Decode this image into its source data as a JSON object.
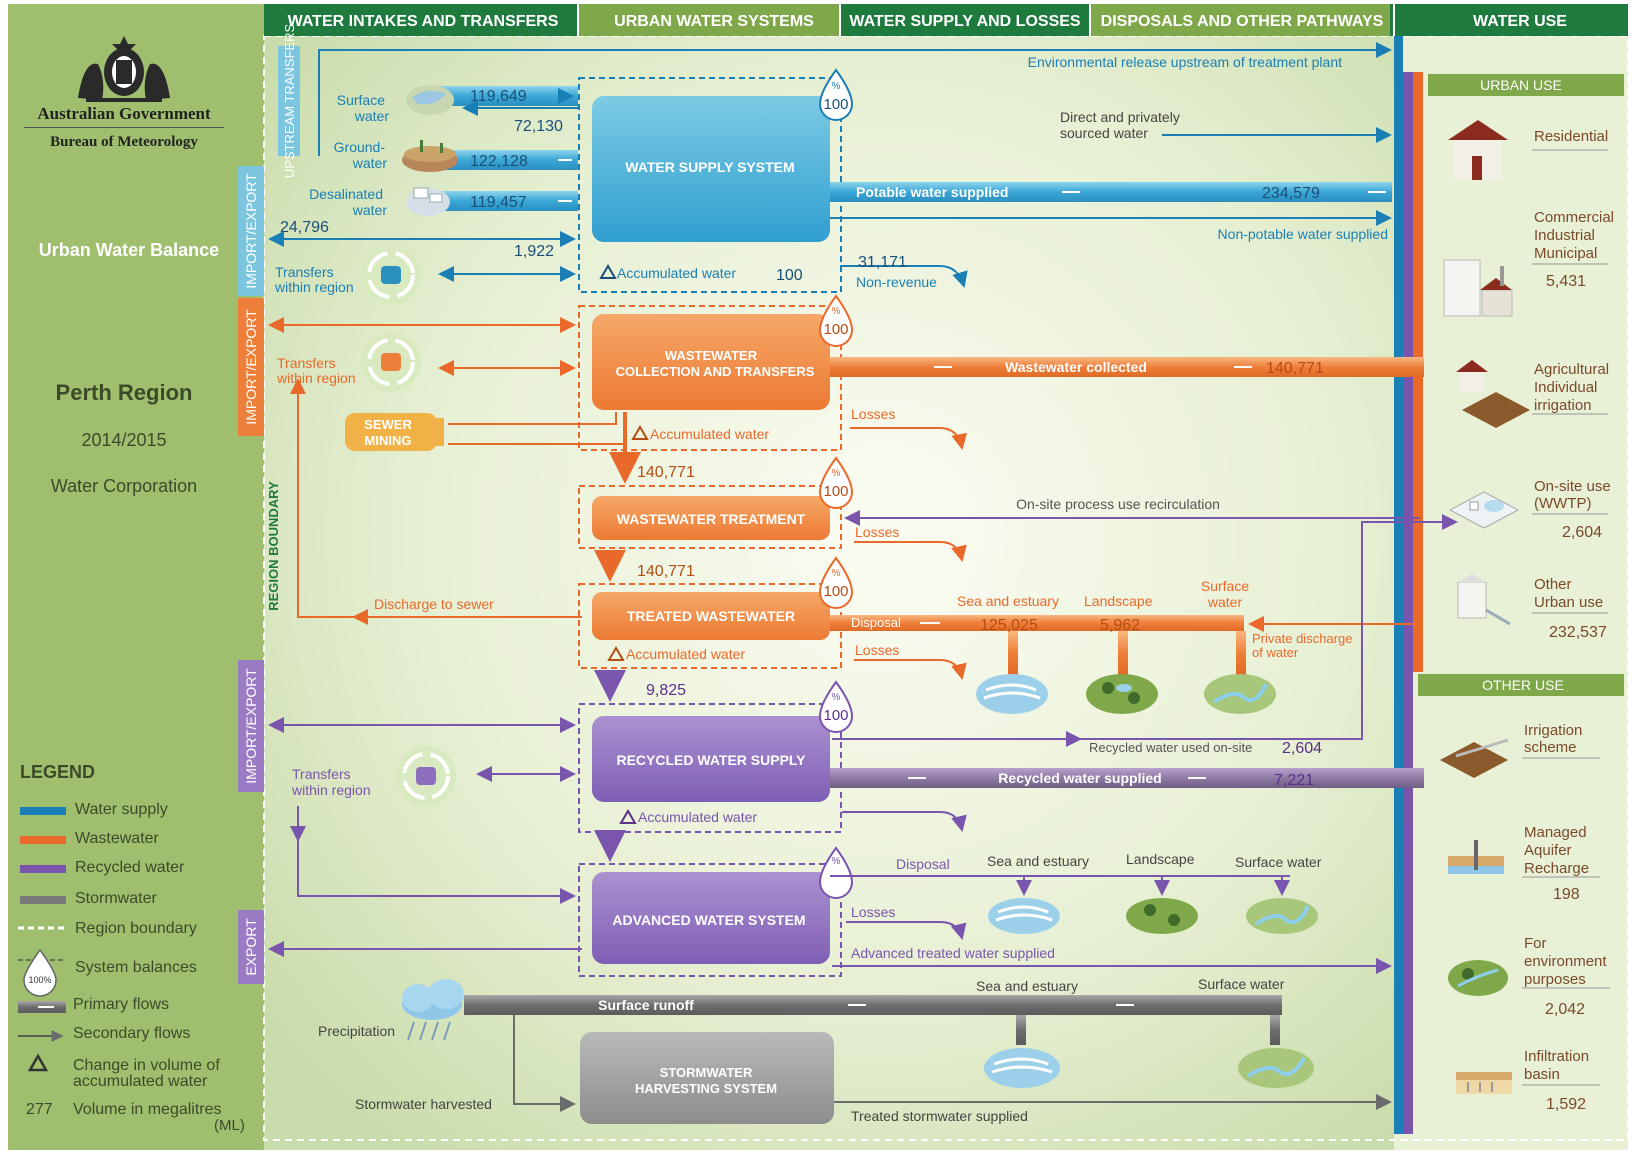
{
  "header": {
    "water_intakes": "WATER INTAKES AND TRANSFERS",
    "urban_systems": "URBAN WATER SYSTEMS",
    "supply_losses": "WATER SUPPLY AND LOSSES",
    "disposals": "DISPOSALS AND OTHER PATHWAYS",
    "water_use": "WATER USE"
  },
  "sidebar": {
    "gov_line1": "Australian Government",
    "gov_line2": "Bureau of Meteorology",
    "title": "Urban Water Balance",
    "region": "Perth Region",
    "year": "2014/2015",
    "utility": "Water Corporation"
  },
  "legend": {
    "title": "LEGEND",
    "water_supply": "Water supply",
    "wastewater": "Wastewater",
    "recycled": "Recycled water",
    "stormwater": "Stormwater",
    "region_boundary": "Region boundary",
    "system_balances": "System balances",
    "balance_icon_text": "100%",
    "primary": "Primary flows",
    "secondary": "Secondary flows",
    "change_1": "Change in volume of",
    "change_2": "accumulated water",
    "volume_num": "277",
    "volume_text": "Volume in megalitres",
    "volume_unit": "(ML)"
  },
  "side_labels": {
    "upstream_transfers": "UPSTREAM TRANSFERS",
    "import_export_1": "IMPORT/EXPORT",
    "import_export_2": "IMPORT/EXPORT",
    "import_export_3": "IMPORT/EXPORT",
    "export": "EXPORT",
    "region_boundary": "REGION BOUNDARY"
  },
  "intakes": {
    "surface_1": "Surface",
    "surface_2": "water",
    "surface_val": "119,649",
    "surface_return": "72,130",
    "ground_1": "Ground-",
    "ground_2": "water",
    "ground_val": "122,128",
    "desal_1": "Desalinated",
    "desal_2": "water",
    "desal_val": "119,457",
    "import_left": "24,796",
    "import_right": "1,922",
    "transfers_1": "Transfers",
    "transfers_2": "within region",
    "ww_transfers_1": "Transfers",
    "ww_transfers_2": "within region",
    "sewer_1": "SEWER",
    "sewer_2": "MINING",
    "discharge": "Discharge to sewer",
    "rw_transfers_1": "Transfers",
    "rw_transfers_2": "within region"
  },
  "systems": {
    "pct": "%",
    "water_supply": "WATER SUPPLY SYSTEM",
    "ws_balance": "100",
    "ws_accum_label": "Accumulated water",
    "ws_accum_val": "100",
    "ww_collection_1": "WASTEWATER",
    "ww_collection_2": "COLLECTION AND TRANSFERS",
    "ww_balance": "100",
    "ww_accum_label": "Accumulated water",
    "ww_to_treatment": "140,771",
    "treatment": "WASTEWATER TREATMENT",
    "tr_balance": "100",
    "tr_to_treated": "140,771",
    "treated": "TREATED WASTEWATER",
    "tw_balance": "100",
    "tw_accum_label": "Accumulated water",
    "tw_to_recycled": "9,825",
    "recycled": "RECYCLED WATER SUPPLY",
    "rw_balance": "100",
    "rw_accum_label": "Accumulated water",
    "advanced": "ADVANCED WATER SYSTEM",
    "stormwater_1": "STORMWATER",
    "stormwater_2": "HARVESTING SYSTEM"
  },
  "flows": {
    "env_release": "Environmental release upstream of treatment plant",
    "direct_1": "Direct and privately",
    "direct_2": "sourced water",
    "potable": "Potable water supplied",
    "potable_val": "234,579",
    "non_potable": "Non-potable water supplied",
    "non_revenue_val": "31,171",
    "non_revenue": "Non-revenue",
    "ww_collected": "Wastewater collected",
    "ww_collected_val": "140,771",
    "losses_1": "Losses",
    "onsite_recirc": "On-site process use recirculation",
    "losses_2": "Losses",
    "disposal": "Disposal",
    "sea_estuary": "Sea and estuary",
    "landscape": "Landscape",
    "surface_water_1": "Surface",
    "surface_water_2": "water",
    "sea_val": "125,025",
    "landscape_val": "5,962",
    "private_1": "Private discharge",
    "private_2": "of water",
    "losses_3": "Losses",
    "rw_onsite": "Recycled water used on-site",
    "rw_onsite_val": "2,604",
    "rw_supplied": "Recycled water supplied",
    "rw_supplied_val": "7,221",
    "adv_disposal": "Disposal",
    "adv_sea": "Sea and estuary",
    "adv_landscape": "Landscape",
    "adv_surface": "Surface water",
    "adv_losses": "Losses",
    "adv_supplied": "Advanced treated water supplied",
    "precip": "Precipitation",
    "surface_runoff": "Surface runoff",
    "sw_sea": "Sea and estuary",
    "sw_surface": "Surface water",
    "sw_harvested": "Stormwater harvested",
    "sw_supplied": "Treated stormwater supplied"
  },
  "water_use": {
    "urban_header": "URBAN USE",
    "residential": "Residential",
    "commercial_1": "Commercial",
    "commercial_2": "Industrial",
    "commercial_3": "Municipal",
    "commercial_val": "5,431",
    "agri_1": "Agricultural",
    "agri_2": "Individual",
    "agri_3": "irrigation",
    "onsite_1": "On-site use",
    "onsite_2": "(WWTP)",
    "onsite_val": "2,604",
    "other_urban_1": "Other",
    "other_urban_2": "Urban use",
    "other_urban_val": "232,537",
    "other_header": "OTHER USE",
    "irrigation_1": "Irrigation",
    "irrigation_2": "scheme",
    "mar_1": "Managed",
    "mar_2": "Aquifer",
    "mar_3": "Recharge",
    "mar_val": "198",
    "env_1": "For",
    "env_2": "environment",
    "env_3": "purposes",
    "env_val": "2,042",
    "infil_1": "Infiltration",
    "infil_2": "basin",
    "infil_val": "1,592"
  },
  "colors": {
    "water_supply": "#1a7fb5",
    "wastewater": "#e9692b",
    "recycled": "#7a55ad",
    "stormwater": "#7a7a7a",
    "header_green": "#1f7a3e",
    "sidebar_green": "#9fbf6e"
  }
}
